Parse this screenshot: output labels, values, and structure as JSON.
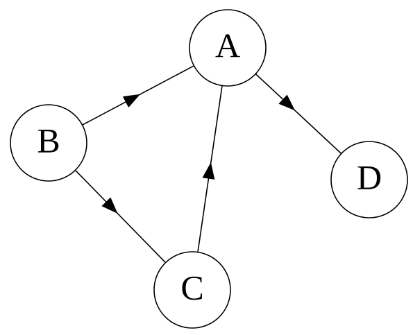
{
  "diagram": {
    "type": "directed-graph",
    "colors": {
      "stroke": "#000000",
      "fill": "#ffffff",
      "text": "#000000"
    },
    "nodes": [
      {
        "id": "A",
        "label": "A"
      },
      {
        "id": "B",
        "label": "B"
      },
      {
        "id": "C",
        "label": "C"
      },
      {
        "id": "D",
        "label": "D"
      }
    ],
    "edges": [
      {
        "from": "B",
        "to": "A"
      },
      {
        "from": "B",
        "to": "C"
      },
      {
        "from": "C",
        "to": "A"
      },
      {
        "from": "A",
        "to": "D"
      }
    ]
  }
}
